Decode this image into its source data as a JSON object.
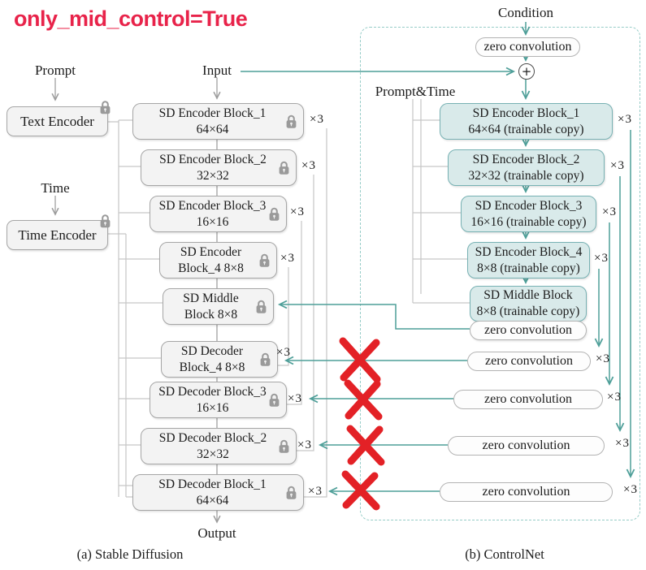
{
  "title": "only_mid_control=True",
  "labels": {
    "prompt": "Prompt",
    "time": "Time",
    "input": "Input",
    "condition": "Condition",
    "prompt_and_time": "Prompt&Time",
    "output": "Output",
    "plus": "+",
    "repeat": "×3",
    "caption_a": "(a) Stable Diffusion",
    "caption_b": "(b) ControlNet"
  },
  "stable_diffusion": {
    "text_encoder": "Text Encoder",
    "time_encoder": "Time Encoder",
    "blocks": [
      {
        "line1": "SD Encoder Block_1",
        "line2": "64×64"
      },
      {
        "line1": "SD Encoder Block_2",
        "line2": "32×32"
      },
      {
        "line1": "SD Encoder Block_3",
        "line2": "16×16"
      },
      {
        "line1": "SD Encoder",
        "line2": "Block_4 8×8"
      },
      {
        "line1": "SD Middle",
        "line2": "Block 8×8"
      },
      {
        "line1": "SD Decoder",
        "line2": "Block_4 8×8"
      },
      {
        "line1": "SD Decoder Block_3",
        "line2": "16×16"
      },
      {
        "line1": "SD Decoder Block_2",
        "line2": "32×32"
      },
      {
        "line1": "SD Decoder Block_1",
        "line2": "64×64"
      }
    ]
  },
  "controlnet": {
    "zero_convolution": "zero convolution",
    "blocks": [
      {
        "line1": "SD Encoder Block_1",
        "line2": "64×64 (trainable copy)"
      },
      {
        "line1": "SD Encoder Block_2",
        "line2": "32×32 (trainable copy)"
      },
      {
        "line1": "SD Encoder Block_3",
        "line2": "16×16 (trainable copy)"
      },
      {
        "line1": "SD Encoder Block_4",
        "line2": "8×8 (trainable copy)"
      },
      {
        "line1": "SD Middle Block",
        "line2": "8×8 (trainable copy)"
      }
    ]
  },
  "colors": {
    "accent_teal": "#4f9f99",
    "title_red": "#e8234a",
    "cross_red": "#e32126",
    "trainable_fill": "#d9eaea",
    "locked_fill": "#f3f3f3"
  }
}
